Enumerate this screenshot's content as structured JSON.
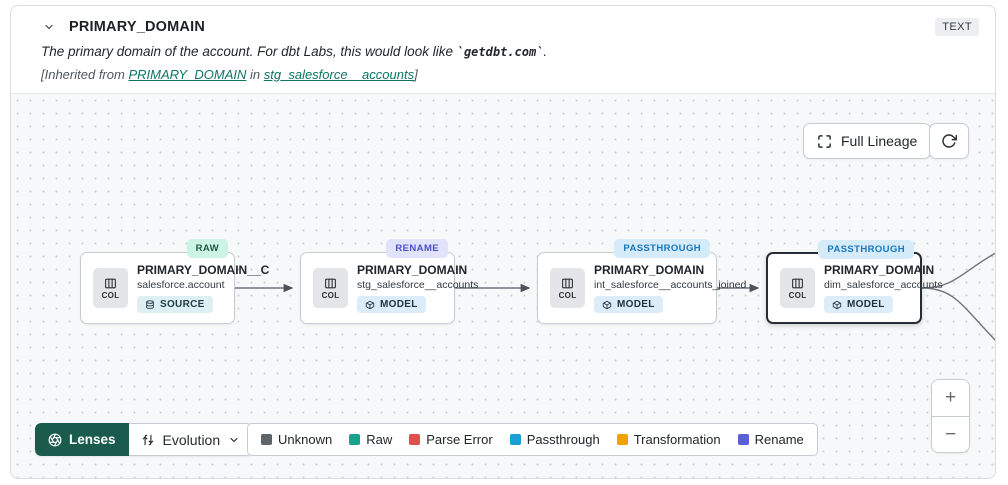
{
  "header": {
    "title": "PRIMARY_DOMAIN",
    "type_badge": "TEXT",
    "description": {
      "prefix": "The primary domain of the account. For dbt Labs, this would look like ",
      "code": "`getdbt.com`",
      "suffix": "."
    },
    "inherited": {
      "prefix": "[Inherited from ",
      "column_link": "PRIMARY_DOMAIN",
      "middle": " in ",
      "model_link": "stg_salesforce__accounts",
      "suffix": "]"
    }
  },
  "canvas": {
    "full_lineage_label": "Full Lineage",
    "nodes": [
      {
        "status": "RAW",
        "title": "PRIMARY_DOMAIN__C",
        "subtitle": "salesforce.account",
        "col_label": "COL",
        "resource": "SOURCE",
        "selected": false
      },
      {
        "status": "RENAME",
        "title": "PRIMARY_DOMAIN",
        "subtitle": "stg_salesforce__accounts",
        "col_label": "COL",
        "resource": "MODEL",
        "selected": false
      },
      {
        "status": "PASSTHROUGH",
        "title": "PRIMARY_DOMAIN",
        "subtitle": "int_salesforce__accounts_joined",
        "col_label": "COL",
        "resource": "MODEL",
        "selected": false
      },
      {
        "status": "PASSTHROUGH",
        "title": "PRIMARY_DOMAIN",
        "subtitle": "dim_salesforce_accounts",
        "col_label": "COL",
        "resource": "MODEL",
        "selected": true
      }
    ]
  },
  "toolbar": {
    "lenses_label": "Lenses",
    "lens_selected_label": "Evolution"
  },
  "legend": {
    "items": [
      {
        "label": "Unknown",
        "color": "#5f6468"
      },
      {
        "label": "Raw",
        "color": "#17a28e"
      },
      {
        "label": "Parse Error",
        "color": "#e0504e"
      },
      {
        "label": "Passthrough",
        "color": "#199fd6"
      },
      {
        "label": "Transformation",
        "color": "#f2a105"
      },
      {
        "label": "Rename",
        "color": "#5a5fd7"
      }
    ]
  },
  "zoom_controls": {
    "zoom_in_label": "+",
    "zoom_out_label": "−"
  },
  "colors": {
    "link_accent": "#0e7566",
    "lenses_bg": "#1b5b4e",
    "status_raw_bg": "#ccf3e4",
    "status_rename_bg": "#e1e2fb",
    "status_passthrough_bg": "#d6ebfa",
    "edge": "#6f757c"
  },
  "icons": {
    "collapse": "chevron-down-icon",
    "full_lineage": "corner-brackets-icon",
    "refresh": "circular-arrow-icon",
    "column": "columns-icon",
    "source": "database-icon",
    "model": "cube-icon",
    "lenses": "aperture-icon",
    "evolution": "swap-vertical-icon",
    "dropdown": "chevron-down-icon"
  }
}
